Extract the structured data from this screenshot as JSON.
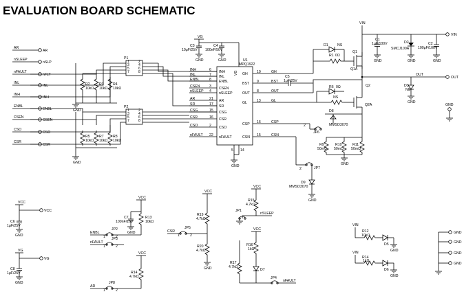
{
  "title": "EVALUATION BOARD SCHEMATIC",
  "ic": {
    "refdes": "U1",
    "part": "MPQ1922",
    "pins_left": [
      {
        "name": "INH",
        "num": "6"
      },
      {
        "name": "INL",
        "num": "7"
      },
      {
        "name": "ENBL",
        "num": "8"
      },
      {
        "name": "CSEN",
        "num": "3"
      },
      {
        "name": "nSLEEP",
        "num": "4"
      },
      {
        "name": "AR",
        "num": "21"
      },
      {
        "name": "SR",
        "num": "17"
      },
      {
        "name": "CSG",
        "num": "15"
      },
      {
        "name": "CSR",
        "num": "16"
      },
      {
        "name": "CSO",
        "num": "2"
      },
      {
        "name": "nFAULT",
        "num": "22"
      }
    ],
    "pins_right": [
      {
        "name": "GH",
        "num": "10"
      },
      {
        "name": "BST",
        "num": "9"
      },
      {
        "name": "OUT",
        "num": "8"
      },
      {
        "name": "GL",
        "num": "13"
      },
      {
        "name": "CSP",
        "num": "16"
      },
      {
        "name": "CSN",
        "num": "15"
      }
    ],
    "vg": "VG",
    "gnd_pins": [
      "5",
      "14"
    ],
    "gnd_label": "GND"
  },
  "left_ports": [
    {
      "wire": "AR",
      "port": "AR"
    },
    {
      "wire": "nSLEEP",
      "port": "nSLP"
    },
    {
      "wire": "nFAULT",
      "port": "nFLT"
    },
    {
      "wire": "INL",
      "port": "INL"
    },
    {
      "wire": "INH",
      "port": "INH"
    },
    {
      "wire": "ENBL",
      "port": "ENBL"
    },
    {
      "wire": "CSEN",
      "port": "CSEN"
    },
    {
      "wire": "CSO",
      "port": "CSO"
    },
    {
      "wire": "CSR",
      "port": "CSR"
    }
  ],
  "headers": [
    {
      "ref": "P1",
      "pins": [
        "1",
        "2",
        "3",
        "4",
        "5",
        "6",
        "7",
        "8"
      ]
    },
    {
      "ref": "P2",
      "pins": [
        "1",
        "2",
        "3",
        "4",
        "5",
        "6",
        "7",
        "8"
      ]
    }
  ],
  "pulldowns_p1": [
    {
      "ref": "R2",
      "val": "10kΩ"
    },
    {
      "ref": "R3",
      "val": "10kΩ"
    },
    {
      "ref": "R4",
      "val": "10kΩ"
    }
  ],
  "pulldowns_p2": [
    {
      "ref": "R5",
      "val": "10kΩ"
    },
    {
      "ref": "R7",
      "val": "10kΩ"
    },
    {
      "ref": "R8",
      "val": "10kΩ"
    }
  ],
  "top_caps": {
    "net": "VG",
    "c3": "C3",
    "c3v": "10μF/25V",
    "c4": "C4",
    "c4v": "100nF/50V"
  },
  "power": {
    "vin": "VIN",
    "vin_port": "VIN",
    "out": "OUT",
    "out_port": "OUT",
    "c1": "C1",
    "c1v": "1μF/100V",
    "d2": "D2",
    "d2v": "SMCJ100A",
    "c2": "C2",
    "c2v": "100μF/100V",
    "d1": "D1",
    "d1v": "NS",
    "r1": "R1",
    "r1v": "0Ω",
    "q1": "Q1",
    "q1a": "Q1A",
    "c5": "C5",
    "c5v": "1μF/25V",
    "q2": "Q2",
    "q2a": "Q2A",
    "r6": "R6",
    "r6v": "0Ω",
    "d3": "D3",
    "d3v": "NS",
    "d8": "D8",
    "d8v": "MMSD3070",
    "r9": "R9",
    "r9v": "50mΩ",
    "r10": "R10",
    "r10v": "50mΩ",
    "r11": "R11",
    "r11v": "50mΩ",
    "jp6": "JP6",
    "jp7": "JP7",
    "d9": "D9",
    "d9v": "MMSD3070",
    "gnd": "GND",
    "ns": "NS"
  },
  "gnd_port": "GND",
  "bottom": {
    "vcc": "VCC",
    "vcc_port": "VCC",
    "c6": "C6",
    "c6v": "1μF/25V",
    "vg": "VG",
    "vg_port": "VG",
    "c8": "C8",
    "c8v": "1μF/25V",
    "c7": "C7",
    "c7v": "100nF/16V",
    "r13": "R13",
    "r13v": "10kΩ",
    "enbl": "ENBL",
    "jp2": "JP2",
    "nfault": "nFAULT",
    "jp3": "JP3",
    "r14": "R14",
    "r14v": "4.7kΩ",
    "ar": "AR",
    "jp8": "JP8",
    "r19": "R19",
    "r19v": "4.7kΩ",
    "csr": "CSR",
    "jp5": "JP5",
    "r20": "R20",
    "r20v": "4.7kΩ",
    "r15": "R15",
    "r15v": "4.7kΩ",
    "jp1": "JP1",
    "nsleep": "nSLEEP",
    "r16": "R16",
    "r16v": "1kΩ",
    "r17": "R17",
    "r17v": "4.7kΩ",
    "d7": "D7",
    "jp4": "JP4",
    "nfault2": "nFAULT",
    "vin": "VIN",
    "r12": "R12",
    "r12v": "10kΩ",
    "d5": "D5",
    "r18": "R14",
    "r18v": "1kΩ",
    "d6": "D6",
    "gnd_ports": [
      "GND",
      "GND",
      "GND",
      "GND"
    ]
  },
  "pin_nums": {
    "one": "1",
    "two": "2"
  }
}
